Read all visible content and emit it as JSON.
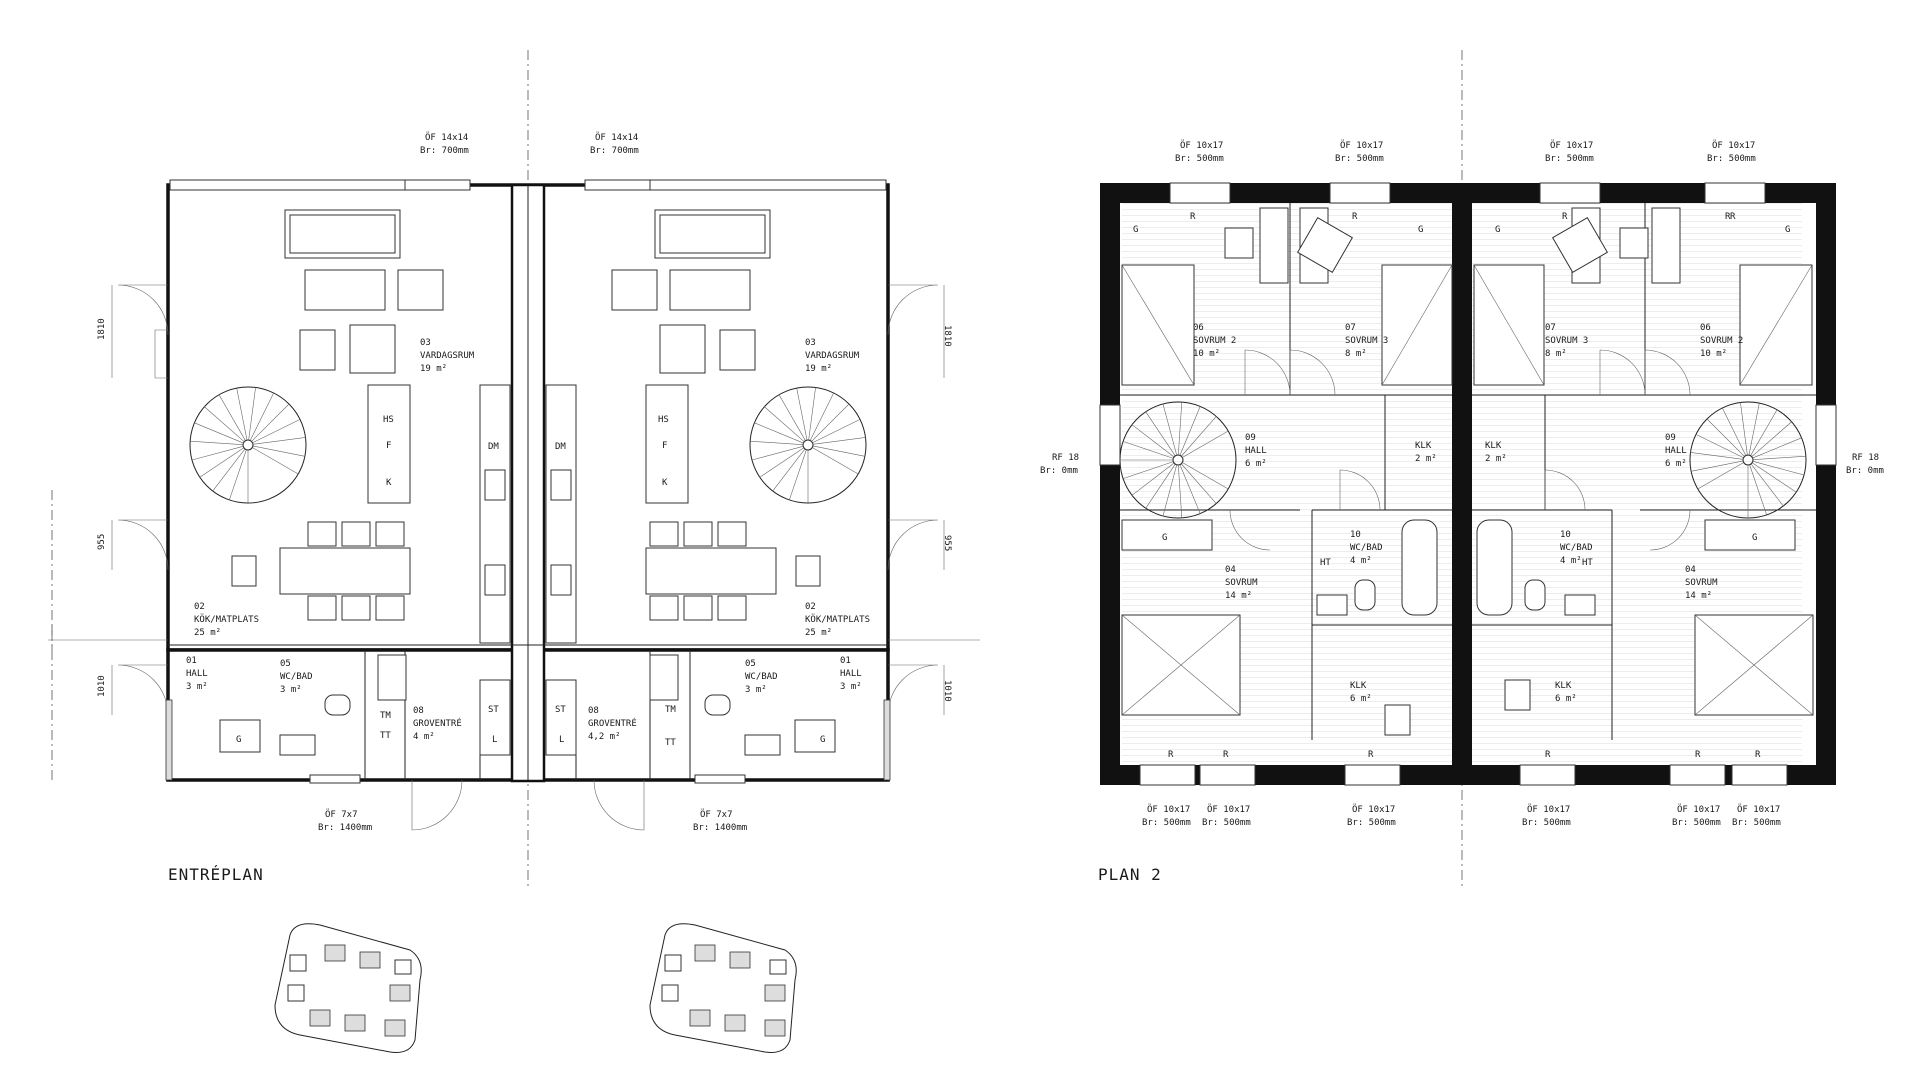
{
  "plans": {
    "entreplan": "ENTRÉPLAN",
    "plan2": "PLAN 2"
  },
  "openings": {
    "of_14x14": "ÖF 14x14",
    "br_700": "Br: 700mm",
    "of_7x7": "ÖF 7x7",
    "br_1400": "Br: 1400mm",
    "of_10x17": "ÖF 10x17",
    "br_500": "Br: 500mm",
    "rf_18": "RF 18",
    "br_0": "Br: 0mm"
  },
  "dimensions": {
    "d1810": "1810",
    "d955": "955",
    "d1010": "1010"
  },
  "rooms_left": {
    "r03_no": "03",
    "r03_name": "VARDAGSRUM",
    "r03_area": "19 m²",
    "r02_no": "02",
    "r02_name": "KÖK/MATPLATS",
    "r02_area": "25 m²",
    "r01_no": "01",
    "r01_name": "HALL",
    "r01_area": "3 m²",
    "r05_no": "05",
    "r05_name": "WC/BAD",
    "r05_area": "3 m²",
    "r08_no": "08",
    "r08_name": "GROVENTRÉ",
    "r08_area": "4 m²"
  },
  "rooms_right": {
    "r08_area": "4,2 m²"
  },
  "rooms_upper": {
    "r06_no": "06",
    "r06_name": "SOVRUM 2",
    "r06_area": "10 m²",
    "r07_no": "07",
    "r07_name": "SOVRUM 3",
    "r07_area": "8 m²",
    "r09_no": "09",
    "r09_name": "HALL",
    "r09_area": "6 m²",
    "klk": "KLK",
    "klk_area2": "2 m²",
    "klk_area6": "6 m²",
    "r10_no": "10",
    "r10_name": "WC/BAD",
    "r10_area": "4 m²",
    "r04_no": "04",
    "r04_name": "SOVRUM",
    "r04_area": "14 m²"
  },
  "symbols": {
    "hs": "HS",
    "f": "F",
    "k": "K",
    "dm": "DM",
    "st": "ST",
    "l": "L",
    "tm": "TM",
    "tt": "TT",
    "g": "G",
    "r": "R",
    "ht": "HT"
  }
}
